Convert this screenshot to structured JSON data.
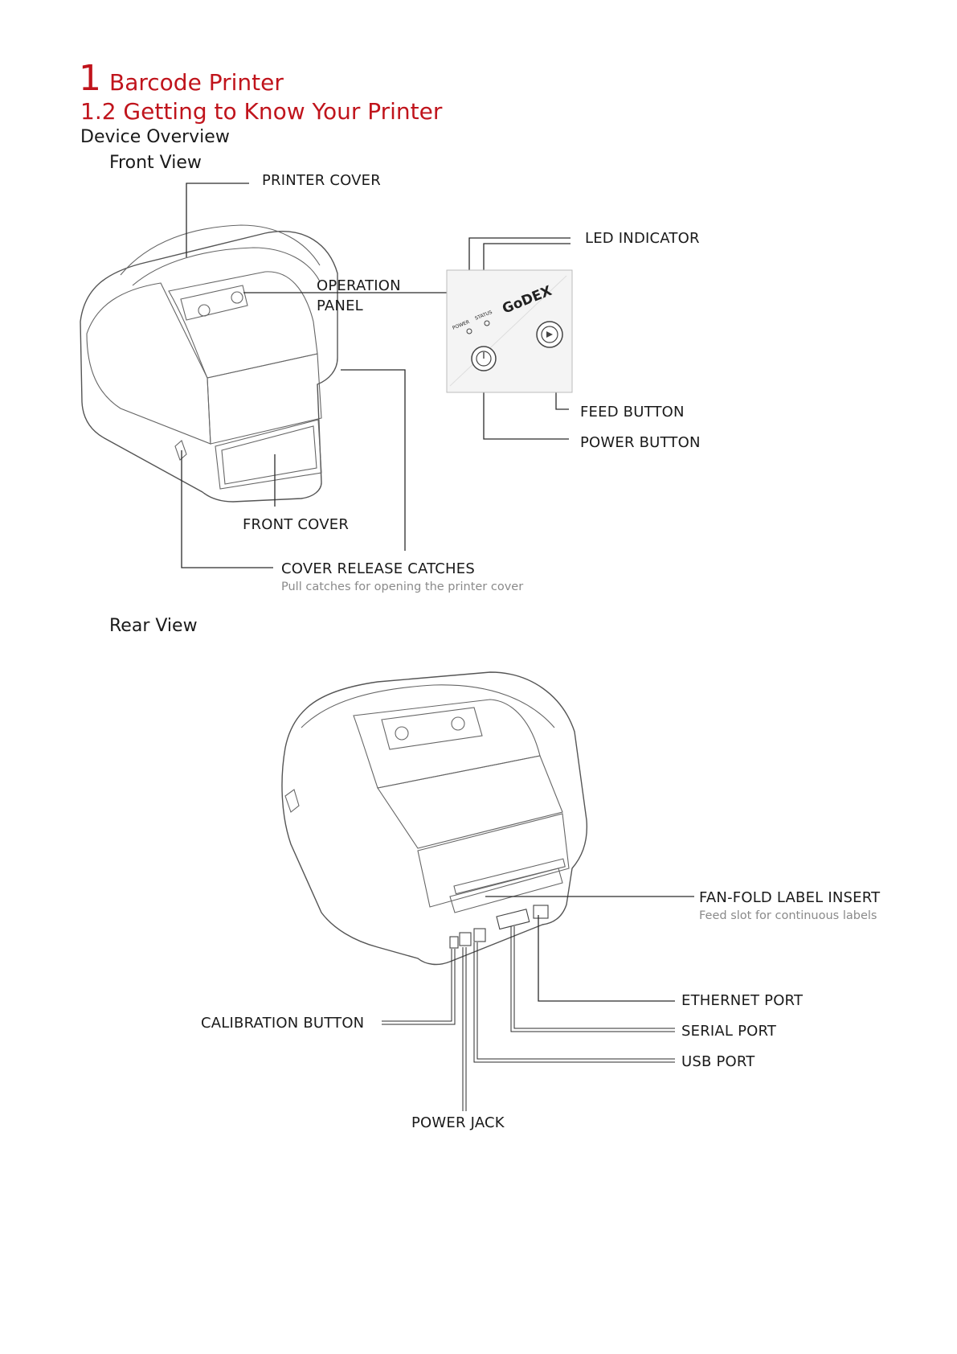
{
  "heading": {
    "chapter_number": "1",
    "chapter_title": "Barcode Printer",
    "section_title": "1.2 Getting to Know Your Printer",
    "subsection_title": "Device Overview"
  },
  "front_view": {
    "title": "Front View",
    "labels": {
      "printer_cover": "PRINTER COVER",
      "operation_panel_line1": "OPERATION",
      "operation_panel_line2": "PANEL",
      "led_indicator": "LED INDICATOR",
      "feed_button": "FEED BUTTON",
      "power_button": "POWER BUTTON",
      "front_cover": "FRONT COVER",
      "cover_release_catches": "COVER RELEASE CATCHES",
      "cover_release_note": "Pull catches for opening the printer cover"
    },
    "panel_text": {
      "brand": "GoDEX",
      "power": "POWER",
      "status": "STATUS"
    }
  },
  "rear_view": {
    "title": "Rear View",
    "labels": {
      "fan_fold": "FAN-FOLD LABEL INSERT",
      "fan_fold_note": "Feed slot for continuous labels",
      "ethernet_port": "ETHERNET PORT",
      "serial_port": "SERIAL PORT",
      "usb_port": "USB PORT",
      "calibration_button": "CALIBRATION BUTTON",
      "power_jack": "POWER JACK"
    }
  }
}
